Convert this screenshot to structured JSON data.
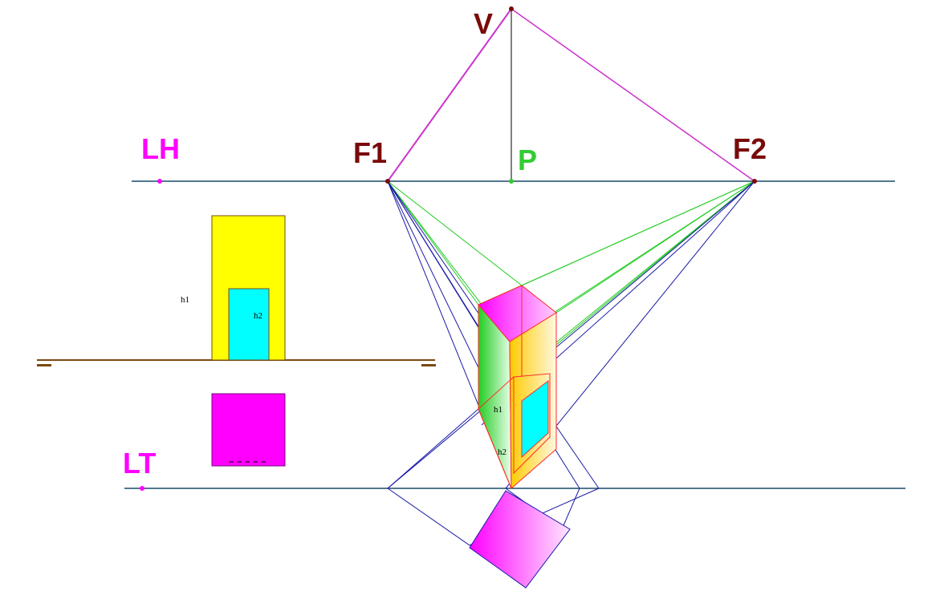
{
  "labels": {
    "v": "V",
    "f1": "F1",
    "f2": "F2",
    "p": "P",
    "lh": "LH",
    "lt": "LT",
    "h1_elevation": "h1",
    "h2_elevation": "h2",
    "h1_perspective": "h1",
    "h2_perspective": "h2"
  },
  "colors": {
    "point_label": "#7a0a0a",
    "line_label": "#ff00ff",
    "p_label": "#33cc33",
    "horizon_line": "#1a4a6a",
    "ground_line_elevation": "#7a4a10",
    "visual_rays_magenta": "#cc33cc",
    "construction_blue": "#1a1aa8",
    "construction_green": "#22cc22",
    "edge_red": "#ff2a2a",
    "block_yellow": "#ffff00",
    "block_cyan": "#00ffff",
    "plan_magenta": "#ff00ff"
  }
}
